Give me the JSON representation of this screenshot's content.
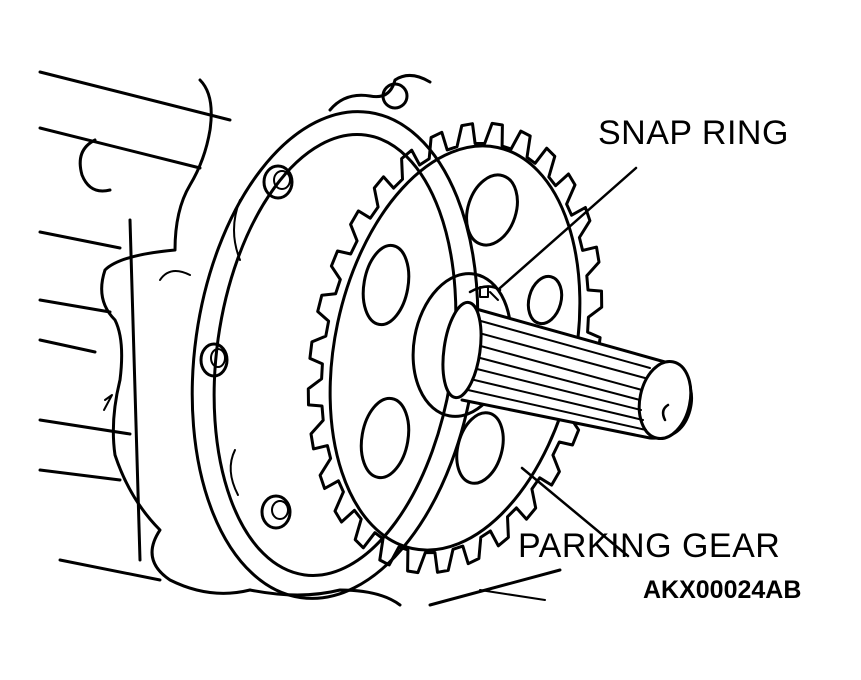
{
  "labels": {
    "snap_ring": "SNAP RING",
    "parking_gear": "PARKING GEAR"
  },
  "figure_code": "AKX00024AB",
  "colors": {
    "line": "#000000",
    "background": "#ffffff"
  }
}
